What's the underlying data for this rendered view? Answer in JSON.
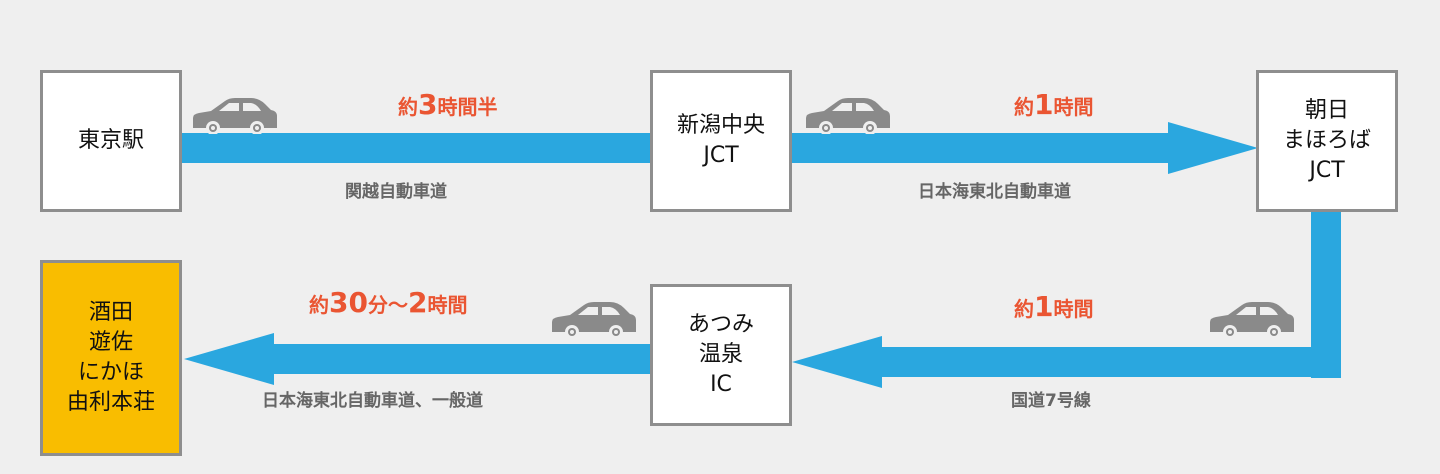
{
  "nodes": {
    "tokyo": {
      "lines": [
        "東京駅"
      ]
    },
    "niigata": {
      "lines": [
        "新潟中央",
        "JCT"
      ]
    },
    "asahi": {
      "lines": [
        "朝日",
        "まほろば",
        "JCT"
      ]
    },
    "atsumi": {
      "lines": [
        "あつみ",
        "温泉",
        "IC"
      ]
    },
    "destination": {
      "lines": [
        "酒田",
        "遊佐",
        "にかほ",
        "由利本荘"
      ]
    }
  },
  "segments": [
    {
      "time_prefix": "約",
      "time_num": "3",
      "time_suffix": "時間半",
      "road": "関越自動車道",
      "icon": "car-icon"
    },
    {
      "time_prefix": "約",
      "time_num": "1",
      "time_suffix": "時間",
      "road": "日本海東北自動車道",
      "icon": "car-icon"
    },
    {
      "time_prefix": "約",
      "time_num": "1",
      "time_suffix": "時間",
      "road": "国道7号線",
      "icon": "car-icon"
    },
    {
      "time_prefix": "約",
      "time_num": "30",
      "time_mid": "分～",
      "time_num2": "2",
      "time_suffix": "時間",
      "road": "日本海東北自動車道、一般道",
      "icon": "car-icon"
    }
  ],
  "colors": {
    "route": "#2aa7df",
    "time": "#ea5532",
    "road": "#666666",
    "node_border": "#8e8e8e",
    "destination": "#f9bd00",
    "car": "#8a8a8a"
  }
}
